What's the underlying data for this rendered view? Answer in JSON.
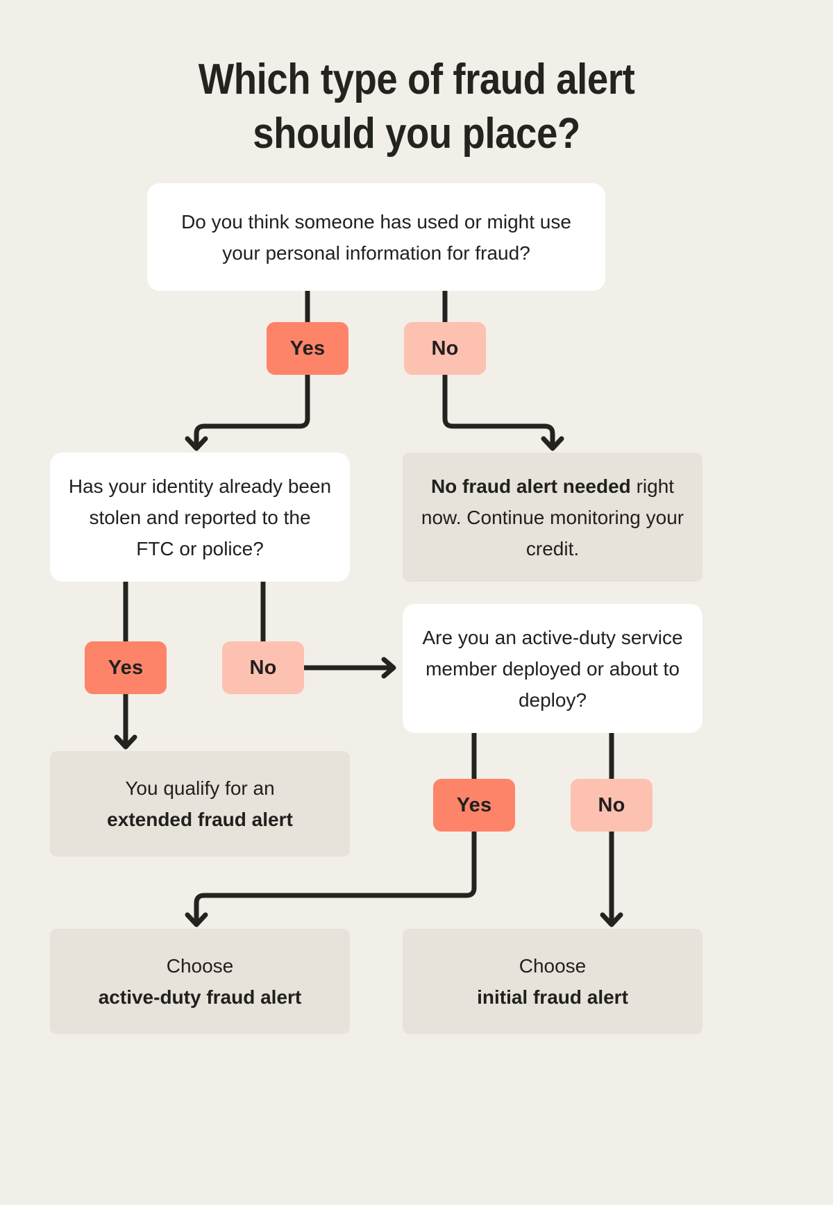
{
  "page": {
    "background_color": "#F2EFE9",
    "text_color": "#20201E"
  },
  "title": {
    "line1": "Which type of fraud alert",
    "line2": "should you place?",
    "full": "Which type of fraud alert should you place?"
  },
  "palette": {
    "background": "#F2EFE9",
    "question_box": "#FFFFFF",
    "outcome_box": "#E7E2DA",
    "yes_pill": "#FD8469",
    "no_pill": "#FDC1B1",
    "connector": "#23231F",
    "text": "#20201E"
  },
  "flow": {
    "q1": {
      "type": "question",
      "text": "Do you think someone has used or might use your personal information for fraud?"
    },
    "q1_yes": {
      "type": "pill",
      "label": "Yes"
    },
    "q1_no": {
      "type": "pill",
      "label": "No"
    },
    "q2": {
      "type": "question",
      "text": "Has your identity already been stolen and reported to the FTC or police?"
    },
    "o1": {
      "type": "outcome",
      "bold": "No fraud alert needed",
      "rest": " right now. Continue monitoring your credit."
    },
    "q2_yes": {
      "type": "pill",
      "label": "Yes"
    },
    "q2_no": {
      "type": "pill",
      "label": "No"
    },
    "q3": {
      "type": "question",
      "text": "Are you an active-duty service member deployed or about to deploy?"
    },
    "o2": {
      "type": "outcome",
      "normal": "You qualify for an",
      "bold": "extended fraud alert"
    },
    "q3_yes": {
      "type": "pill",
      "label": "Yes"
    },
    "q3_no": {
      "type": "pill",
      "label": "No"
    },
    "o3": {
      "type": "outcome",
      "normal": "Choose",
      "bold": "active-duty fraud alert"
    },
    "o4": {
      "type": "outcome",
      "normal": "Choose",
      "bold": "initial fraud alert"
    }
  },
  "chart_data": {
    "type": "diagram",
    "diagram_kind": "decision-flowchart",
    "title": "Which type of fraud alert should you place?",
    "nodes": [
      {
        "id": "q1",
        "kind": "question",
        "label": "Do you think someone has used or might use your personal information for fraud?"
      },
      {
        "id": "q1_yes",
        "kind": "branch-label",
        "label": "Yes"
      },
      {
        "id": "q1_no",
        "kind": "branch-label",
        "label": "No"
      },
      {
        "id": "q2",
        "kind": "question",
        "label": "Has your identity already been stolen and reported to the FTC or police?"
      },
      {
        "id": "o1",
        "kind": "outcome",
        "label": "No fraud alert needed right now. Continue monitoring your credit."
      },
      {
        "id": "q2_yes",
        "kind": "branch-label",
        "label": "Yes"
      },
      {
        "id": "q2_no",
        "kind": "branch-label",
        "label": "No"
      },
      {
        "id": "q3",
        "kind": "question",
        "label": "Are you an active-duty service member deployed or about to deploy?"
      },
      {
        "id": "o2",
        "kind": "outcome",
        "label": "You qualify for an extended fraud alert"
      },
      {
        "id": "q3_yes",
        "kind": "branch-label",
        "label": "Yes"
      },
      {
        "id": "q3_no",
        "kind": "branch-label",
        "label": "No"
      },
      {
        "id": "o3",
        "kind": "outcome",
        "label": "Choose active-duty fraud alert"
      },
      {
        "id": "o4",
        "kind": "outcome",
        "label": "Choose initial fraud alert"
      }
    ],
    "edges": [
      {
        "from": "q1",
        "to": "q1_yes",
        "label": ""
      },
      {
        "from": "q1",
        "to": "q1_no",
        "label": ""
      },
      {
        "from": "q1_yes",
        "to": "q2",
        "label": "Yes"
      },
      {
        "from": "q1_no",
        "to": "o1",
        "label": "No"
      },
      {
        "from": "q2",
        "to": "q2_yes",
        "label": ""
      },
      {
        "from": "q2",
        "to": "q2_no",
        "label": ""
      },
      {
        "from": "q2_yes",
        "to": "o2",
        "label": "Yes"
      },
      {
        "from": "q2_no",
        "to": "q3",
        "label": "No"
      },
      {
        "from": "q3",
        "to": "q3_yes",
        "label": ""
      },
      {
        "from": "q3",
        "to": "q3_no",
        "label": ""
      },
      {
        "from": "q3_yes",
        "to": "o3",
        "label": "Yes"
      },
      {
        "from": "q3_no",
        "to": "o4",
        "label": "No"
      }
    ]
  }
}
